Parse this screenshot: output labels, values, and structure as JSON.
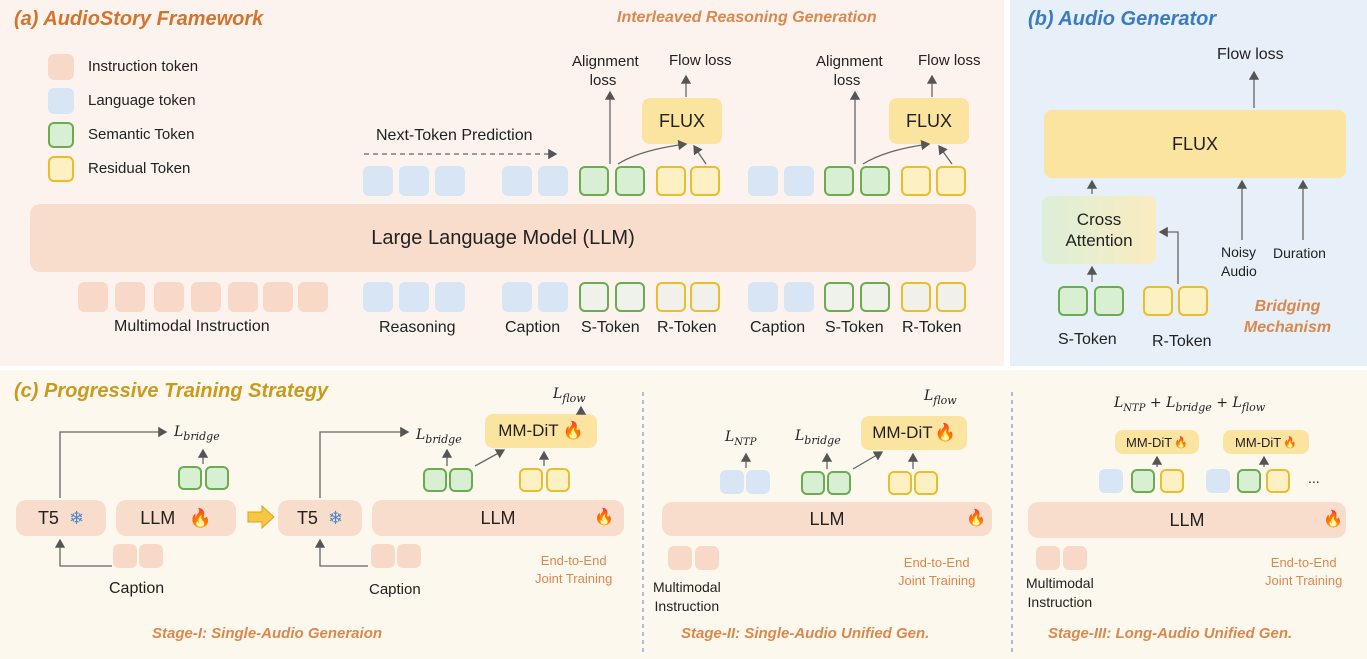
{
  "panel_a": {
    "title": "(a) AudioStory Framework",
    "subtitle": "Interleaved Reasoning Generation",
    "legend": {
      "instruction": "Instruction token",
      "language": "Language token",
      "semantic": "Semantic Token",
      "residual": "Residual Token"
    },
    "next_token": "Next-Token Prediction",
    "llm": "Large Language Model (LLM)",
    "alignment_loss": "Alignment loss",
    "flow_loss": "Flow loss",
    "flux": "FLUX",
    "labels": {
      "multimodal_instruction": "Multimodal Instruction",
      "reasoning": "Reasoning",
      "caption": "Caption",
      "s_token": "S-Token",
      "r_token": "R-Token"
    }
  },
  "panel_b": {
    "title": "(b) Audio Generator",
    "flow_loss": "Flow loss",
    "flux": "FLUX",
    "cross_attention": "Cross Attention",
    "noisy_audio": "Noisy Audio",
    "duration": "Duration",
    "s_token": "S-Token",
    "r_token": "R-Token",
    "bridging": "Bridging Mechanism"
  },
  "panel_c": {
    "title": "(c) Progressive Training Strategy",
    "t5": "T5",
    "llm": "LLM",
    "mmdit": "MM-DiT",
    "caption": "Caption",
    "l_bridge": "L",
    "l_bridge_sub": "bridge",
    "l_flow": "L",
    "l_flow_sub": "flow",
    "l_ntp": "L",
    "l_ntp_sub": "NTP",
    "end_to_end": "End-to-End",
    "joint_training": "Joint Training",
    "multimodal": "Multimodal",
    "instruction": "Instruction",
    "ellipsis": "...",
    "stage1": "Stage-I: Single-Audio Generaion",
    "stage2": "Stage-II: Single-Audio Unified Gen.",
    "stage3": "Stage-III: Long-Audio Unified Gen."
  },
  "colors": {
    "panel_a_bg": "#fdf3ee",
    "panel_b_bg": "#e7eff8",
    "panel_c_bg": "#fdf8ee",
    "orange_title": "#d4742c",
    "blue_title": "#3b7bbf",
    "gold_title": "#c89a1e"
  }
}
